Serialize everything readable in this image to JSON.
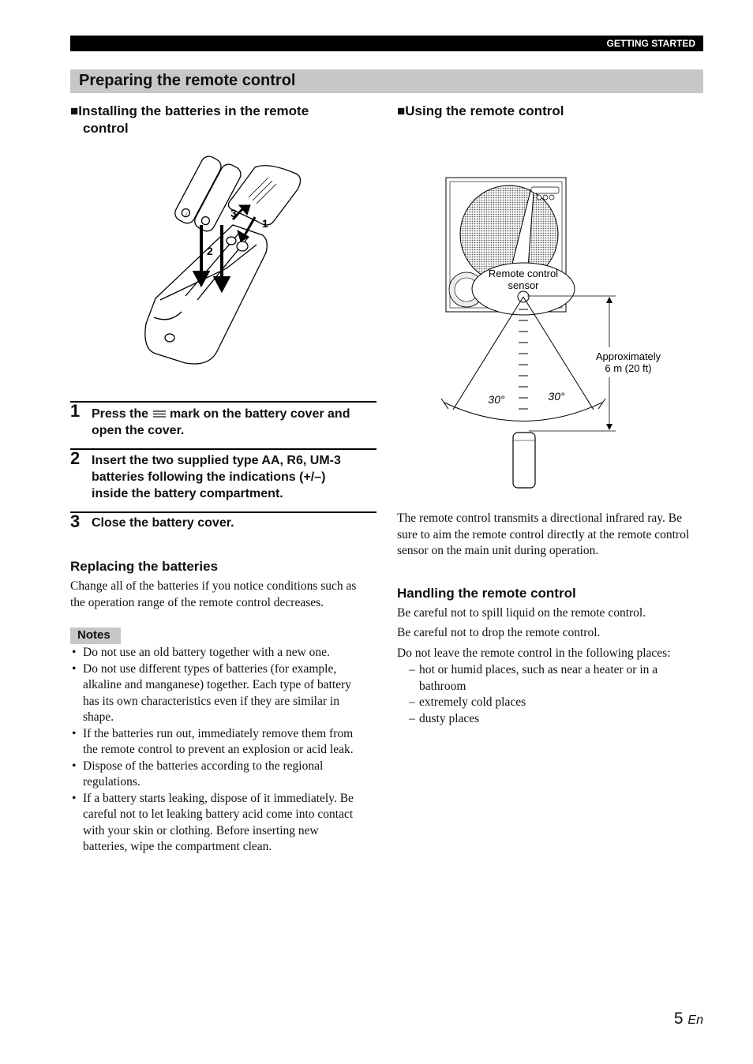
{
  "header": {
    "section_label": "GETTING STARTED"
  },
  "page_title": "Preparing the remote control",
  "left": {
    "install_heading_line1": "■Installing the batteries in the remote",
    "install_heading_line2": "control",
    "figure_callouts": [
      "3",
      "1",
      "2"
    ],
    "steps": [
      {
        "num": "1",
        "text_before_icon": "Press the",
        "text_after_icon": "mark on the battery cover and",
        "text_line2": "open the cover."
      },
      {
        "num": "2",
        "lines": [
          "Insert the two supplied type AA, R6, UM-3",
          "batteries following the indications (+/–)",
          "inside the battery compartment."
        ]
      },
      {
        "num": "3",
        "lines": [
          "Close the battery cover."
        ]
      }
    ],
    "replacing_heading": "Replacing the batteries",
    "replacing_lines": [
      "Change all of the batteries if you notice conditions such as",
      "the operation range of the remote control decreases."
    ],
    "notes_label": "Notes",
    "notes": [
      [
        "Do not use an old battery together with a new one."
      ],
      [
        "Do not use different types of batteries (for example,",
        "alkaline and manganese) together. Each type of battery",
        "has its own characteristics even if they are similar in",
        "shape."
      ],
      [
        "If the batteries run out, immediately remove them from",
        "the remote control to prevent an explosion or acid leak."
      ],
      [
        "Dispose of the batteries according to the regional",
        "regulations."
      ],
      [
        "If a battery starts leaking, dispose of it immediately. Be",
        "careful not to let leaking battery acid come into contact",
        "with your skin or clothing. Before inserting new",
        "batteries, wipe the compartment clean."
      ]
    ]
  },
  "right": {
    "using_heading": "■Using the remote control",
    "diagram": {
      "sensor_label_line1": "Remote control",
      "sensor_label_line2": "sensor",
      "distance_line1": "Approximately",
      "distance_line2": "6 m (20 ft)",
      "angle_left": "30°",
      "angle_right": "30°"
    },
    "intro_lines": [
      "The remote control transmits a directional infrared ray. Be",
      "sure to aim the remote control directly at the remote control",
      "sensor on the main unit during operation."
    ],
    "handling_heading": "Handling the remote control",
    "handling_p1": "Be careful not to spill liquid on the remote control.",
    "handling_p2": "Be careful not to drop the remote control.",
    "handling_p3": "Do not leave the remote control in the following places:",
    "places": [
      [
        "hot or humid places, such as near a heater or in a",
        "bathroom"
      ],
      [
        "extremely cold places"
      ],
      [
        "dusty places"
      ]
    ]
  },
  "footer": {
    "page_number": "5",
    "lang": "En"
  }
}
